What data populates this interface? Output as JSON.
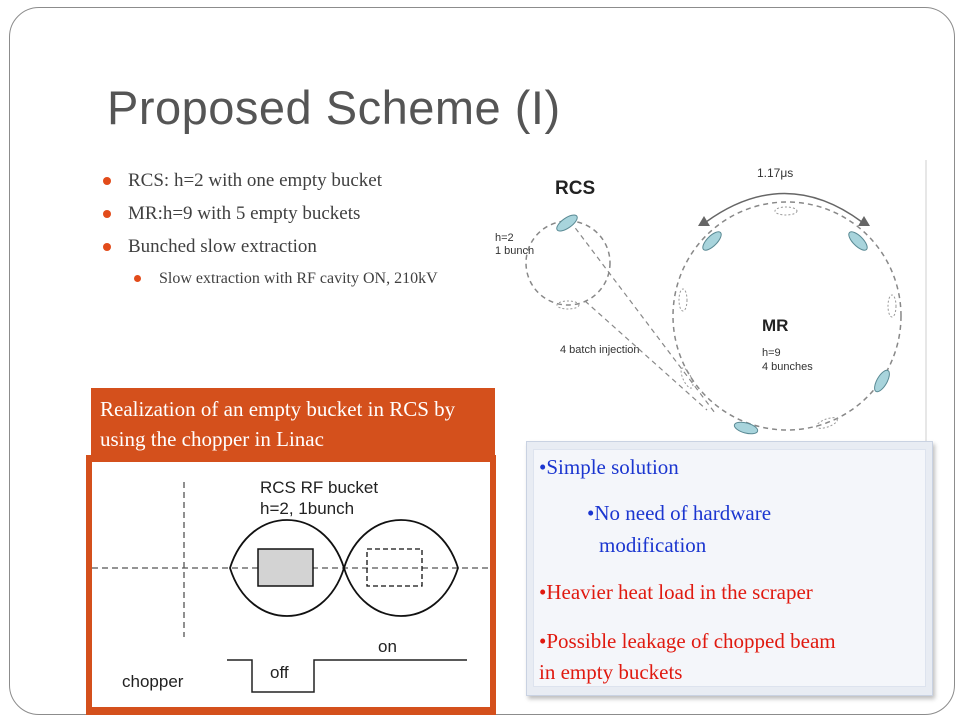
{
  "slide": {
    "title": "Proposed Scheme (I)",
    "bullets": [
      "RCS: h=2 with one empty bucket",
      "MR:h=9 with 5 empty buckets",
      "Bunched slow extraction"
    ],
    "sub_bullet": "Slow extraction with RF cavity ON, 210kV"
  },
  "scheme_diagram": {
    "rcs_label": "RCS",
    "rcs_h": "h=2",
    "rcs_bunch": "1 bunch",
    "time_label": "1.17μs",
    "mr_label": "MR",
    "mr_h": "h=9",
    "mr_bunches": "4 bunches",
    "injection_label": "4 batch injection"
  },
  "callout": {
    "text": "Realization of an empty bucket in RCS by using the chopper in Linac"
  },
  "bucket_diagram": {
    "title_line1": "RCS RF bucket",
    "title_line2": "h=2, 1bunch",
    "on_label": "on",
    "off_label": "off",
    "chopper_label": "chopper"
  },
  "notes": {
    "item1": "•Simple solution",
    "item2_line1": "•No need of hardware",
    "item2_line2": "modification",
    "item3": "•Heavier heat load in the scraper",
    "item4_line1": "•Possible leakage of chopped beam",
    "item4_line2": "in empty buckets"
  },
  "colors": {
    "accent_orange": "#d4501c",
    "bullet_dot": "#e24b1a",
    "note_blue": "#1b36d0",
    "note_red": "#e0190f",
    "bunch_fill": "#a8d4dc"
  }
}
